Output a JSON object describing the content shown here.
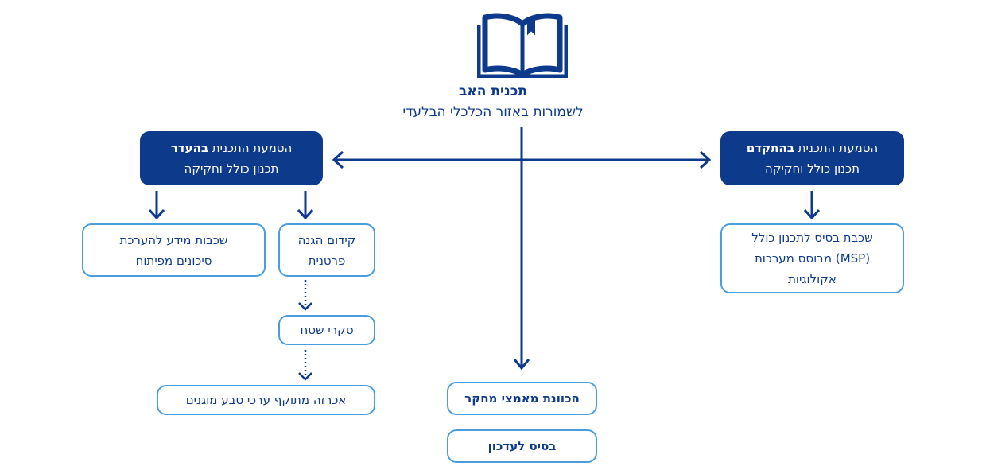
{
  "header": {
    "icon": "open-book-icon",
    "title": "תכנית האב",
    "subtitle": "לשמורות באזור הכלכלי הבלעדי"
  },
  "colors": {
    "dark": "#0d3a8a",
    "light_border": "#4a9ee0",
    "background": "#ffffff"
  },
  "left_node": {
    "prefix": "הטמעת התכנית ",
    "bold": "בהעדר",
    "line2": "תכנון כולל וחקיקה"
  },
  "right_node": {
    "prefix": "הטמעת התכנית ",
    "bold": "בהתקדם",
    "line2": "תכנון כולל וחקיקה"
  },
  "left_children": {
    "info_layers": {
      "line1": "שכבות מידע להערכת",
      "line2": "סיכונים מפיתוח"
    },
    "partial_protection": {
      "line1": "קידום הגנה",
      "line2": "פרטנית"
    },
    "field_surveys": "סקרי שטח",
    "declaration": "אכרזה מתוקף ערכי טבע מוגנים"
  },
  "right_children": {
    "msp_layer": {
      "line1": "שכבת בסיס לתכנון כולל",
      "line2": "(MSP) מבוסס מערכות",
      "line3": "אקולוגיות"
    }
  },
  "center_children": {
    "research_direction": "הכוונת מאמצי מחקר",
    "update_basis": "בסיס לעדכון"
  }
}
